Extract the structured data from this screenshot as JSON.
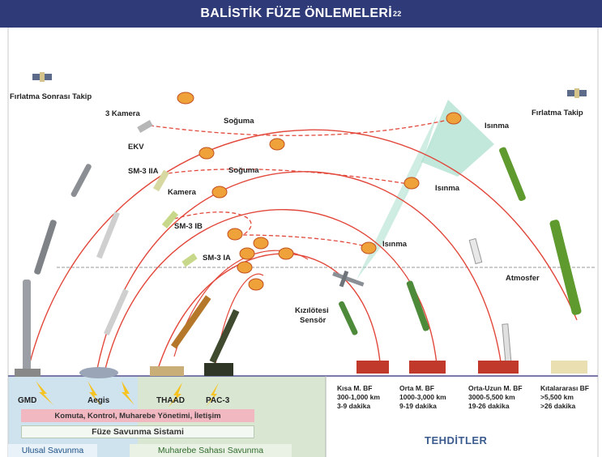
{
  "title": {
    "text": "BALİSTİK FÜZE ÖNLEMELERİ",
    "footnote": "22"
  },
  "labels": {
    "post_launch_tracking": "Fırlatma Sonrası Takip",
    "launch_tracking": "Fırlatma Takip",
    "camera3": "3 Kamera",
    "ekv": "EKV",
    "cooling1": "Soğuma",
    "cooling2": "Soğuma",
    "sm3_2a": "SM-3 IIA",
    "camera": "Kamera",
    "sm3_1b": "SM-3 IB",
    "sm3_1a": "SM-3 IA",
    "heating1": "Isınma",
    "heating2": "Isınma",
    "heating3": "Isınma",
    "atmosphere": "Atmosfer",
    "ir_sensor_1": "Kızılötesi",
    "ir_sensor_2": "Sensör"
  },
  "systems": {
    "gmd": "GMD",
    "aegis": "Aegis",
    "thaad": "THAAD",
    "pac3": "PAC-3"
  },
  "bars": {
    "command": "Komuta, Kontrol, Muharebe Yönetimi, İletişim",
    "missile_defense": "Füze Savunma Sistami"
  },
  "tags": {
    "national": "Ulusal Savunma",
    "battlefield": "Muharebe Sahası Savunma"
  },
  "threats": {
    "heading": "TEHDİTLER",
    "items": [
      {
        "name": "Kısa M. BF",
        "range": "300-1,000 km",
        "time": "3-9 dakika"
      },
      {
        "name": "Orta M. BF",
        "range": "1000-3,000 km",
        "time": "9-19 dakika"
      },
      {
        "name": "Orta-Uzun M. BF",
        "range": "3000-5,500 km",
        "time": "19-26 dakika"
      },
      {
        "name": "Kıtalararası BF",
        "range": ">5,500 km",
        "time": ">26 dakika"
      }
    ]
  },
  "colors": {
    "header": "#2f3b78",
    "trajectory": "#e2483b",
    "intercept": "#f0a23a",
    "sensor_cone": "#9fdcc6",
    "command_bar": "#f2b8c2",
    "ground_green": "#d9e7d2",
    "ground_blue": "#cfe3ef"
  }
}
